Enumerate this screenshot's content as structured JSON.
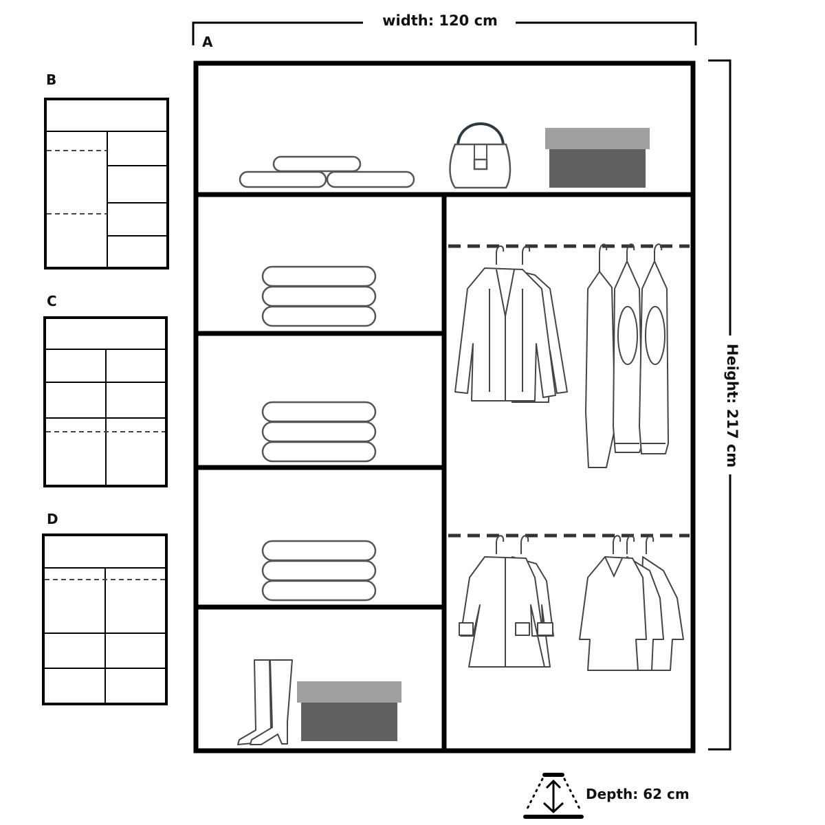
{
  "dimensions": {
    "width_label": "width: 120 cm",
    "height_label": "Height: 217 cm",
    "depth_label": "Depth: 62 cm"
  },
  "variants": [
    {
      "label": "A"
    },
    {
      "label": "B"
    },
    {
      "label": "C"
    },
    {
      "label": "D"
    }
  ],
  "colors": {
    "frame": "#000000",
    "box_lid": "#a0a0a0",
    "box_body": "#606060",
    "rail": "#333333",
    "item_outline": "#555555"
  },
  "icons": [
    "folded-towels-icon",
    "pillow-icon",
    "handbag-icon",
    "storage-box-icon",
    "boots-icon",
    "coat-icon",
    "sweater-icon",
    "hanger-icon",
    "depth-icon"
  ]
}
